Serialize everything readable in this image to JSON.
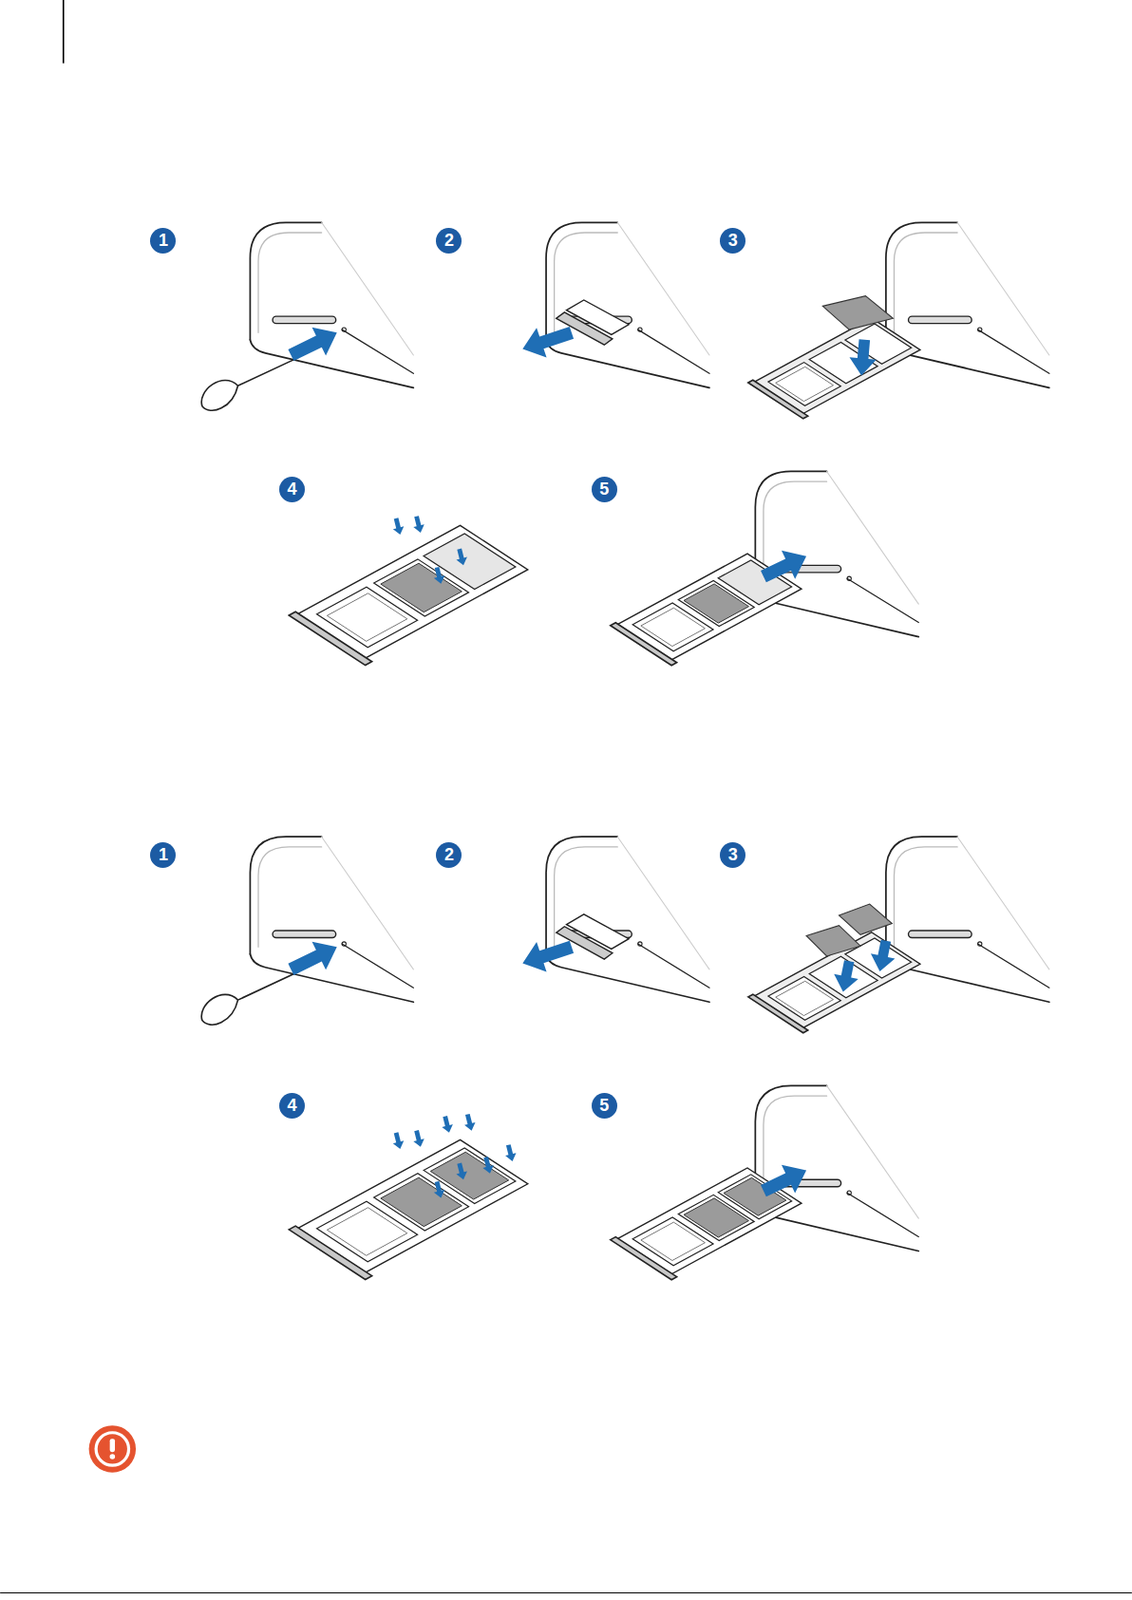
{
  "diagram": {
    "labels": [
      "1",
      "2",
      "3",
      "4",
      "5",
      "1",
      "2",
      "3",
      "4",
      "5"
    ]
  }
}
